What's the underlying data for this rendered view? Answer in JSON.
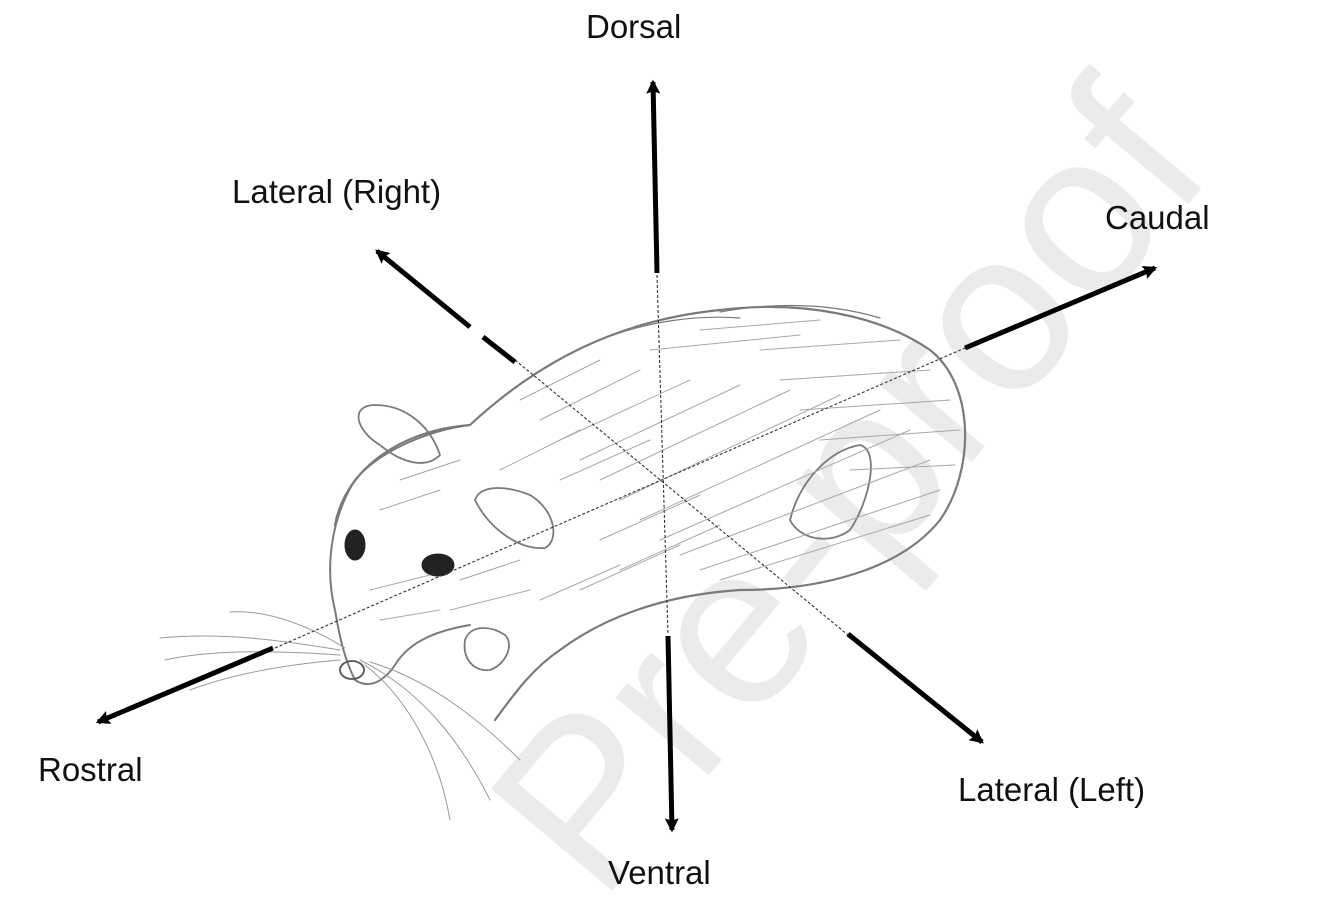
{
  "diagram": {
    "labels": {
      "dorsal": "Dorsal",
      "ventral": "Ventral",
      "rostral": "Rostral",
      "caudal": "Caudal",
      "lateral_right": "Lateral (Right)",
      "lateral_left": "Lateral (Left)"
    },
    "watermark": "Pre-proof",
    "colors": {
      "arrow": "#000000",
      "sketch": "#6a6a6a",
      "watermark": "#e8e8e8",
      "text": "#111111"
    }
  }
}
